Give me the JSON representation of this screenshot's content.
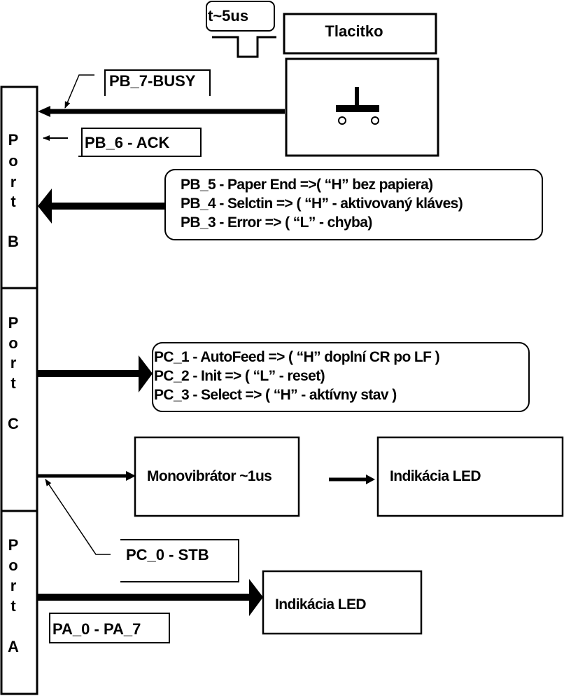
{
  "colors": {
    "ink": "#000000",
    "background": "#ffffff"
  },
  "ports": [
    {
      "id": "B",
      "letters": [
        "P",
        "o",
        "r",
        "t",
        "B"
      ]
    },
    {
      "id": "C",
      "letters": [
        "P",
        "o",
        "r",
        "t",
        "C"
      ]
    },
    {
      "id": "A",
      "letters": [
        "P",
        "o",
        "r",
        "t",
        "A"
      ]
    }
  ],
  "pulse": {
    "label": "t~5us"
  },
  "button_block": {
    "title": "Tlacitko",
    "symbol": "push-button-switch"
  },
  "labels": {
    "pb7": "PB_7-BUSY",
    "pb6": "PB_6 - ACK",
    "pc0": "PC_0 - STB",
    "pa": "PA_0 - PA_7"
  },
  "status_group": {
    "lines": [
      "PB_5 - Paper End =>( “H” bez papiera)",
      "PB_4 - Selctin => ( “H” - aktivovaný kláves)",
      "PB_3 - Error => ( “L” - chyba)"
    ]
  },
  "control_group": {
    "lines": [
      "PC_1 - AutoFeed => ( “H” doplní CR po LF )",
      "PC_2 - Init => ( “L” - reset)",
      "PC_3 - Select => ( “H” - aktívny stav )"
    ]
  },
  "blocks": {
    "monovibrator": "Monovibrátor ~1us",
    "led_c": "Indikácia LED",
    "led_a": "Indikácia LED"
  }
}
